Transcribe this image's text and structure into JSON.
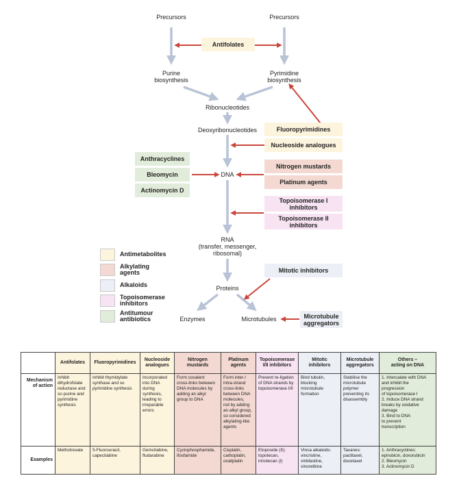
{
  "nodes": {
    "precursors_left": "Precursors",
    "precursors_right": "Precursors",
    "purine": "Purine\nbiosynthesis",
    "pyrimidine": "Pyrimidine\nbiosynthesis",
    "ribonucleotides": "Ribonucleotides",
    "deoxyribonucleotides": "Deoxyribonucleotides",
    "dna": "DNA",
    "rna": "RNA\n(transfer, messenger,\nribosomal)",
    "proteins": "Proteins",
    "enzymes": "Enzymes",
    "microtubules": "Microtubules"
  },
  "drugs": {
    "antifolates": "Antifolates",
    "fluoropyrimidines": "Fluoropyrimidines",
    "nucleoside_analogues": "Nucleoside analogues",
    "nitrogen_mustards": "Nitrogen mustards",
    "platinum_agents": "Platinum agents",
    "topo1": "Topoisomerase I\ninhibitors",
    "topo2": "Topoisomerase II\ninhibitors",
    "anthracyclines": "Anthracyclines",
    "bleomycin": "Bleomycin",
    "actinomycin": "Actinomycin D",
    "mitotic": "Mitotic inhibitors",
    "microtubule_aggregators": "Microtubule\naggregators"
  },
  "legend": [
    {
      "label": "Antimetabolites",
      "color": "#fdf4de"
    },
    {
      "label": "Alkylating\nagents",
      "color": "#f3d9d2"
    },
    {
      "label": "Alkaloids",
      "color": "#eceff5"
    },
    {
      "label": "Topoisomerase\ninhibitors",
      "color": "#f7e3f2"
    },
    {
      "label": "Antitumour\nantibiotics",
      "color": "#e2ecda"
    }
  ],
  "colors": {
    "flow_arrow": "#b9c3d6",
    "drug_arrow": "#c9463d"
  },
  "table": {
    "headers": [
      "Antifolates",
      "Fluoropyrimidines",
      "Nucleoside\nanalogues",
      "Nitrogen\nmustards",
      "Platinum\nagents",
      "Topoisomerase\nI/II inhibitors",
      "Mitotic\ninhibitors",
      "Microtubule\naggregators",
      "Others –\nacting on DNA"
    ],
    "row_labels": {
      "mechanism": "Mechanism\nof action",
      "examples": "Examples"
    },
    "mechanism": [
      "Inhibit\ndihydrofolate\nreductase and\nso purine and\npyrimidine\nsynthesis",
      "Inhibit thymidylate\nsynthase and so\npyrimidine synthesis",
      "Incorporated\ninto DNA\nduring\nsynthesis,\nleading to\nirreparable\nerrors",
      "Form covalent\ncross-links between\nDNA molecules by\nadding an alkyl\ngroup to DNA",
      "Form inter-/\nintra-strand\ncross-links\nbetween DNA\nmolecules,\nnot by adding\nan alkyl group,\nso considered\nalkylating-like\nagents",
      "Prevent re-ligation\nof DNA strands by\ntopoisomerase I/II",
      "Bind tubulin,\nblocking\nmicrotubule\nformation",
      "Stabilise the\nmicrotubule\npolymer\npreventing its\ndisassembly",
      "1. Intercalate with DNA\nand inhibit the\nprogression\nof topoisomerase I\n2. Induce DNA strand\nbreaks by oxidative\ndamage\n3. Bind to DNA\nto prevent\ntranscription"
    ],
    "examples": [
      "Methotrexate",
      "5-Fluorouracil,\ncapecitabine",
      "Gemcitabine,\nfludarabine",
      "Cyclophosphamide,\nifosfamide",
      "Cisplatin,\ncarboplatin,\noxaliplatin",
      "Etoposide (II);\ntopotecan,\nirinotecan (I)",
      "Vinca alkaloids:\nvincristine,\nvinblastine,\nvinorelbine",
      "Taxanes:\npaclitaxel,\ndocetaxel",
      "1. Anthracyclines:\nepirubicin, doxorubicin\n2. Bleomycin\n3. Actinomycin D"
    ],
    "column_colors": [
      "#fdf4de",
      "#fdf4de",
      "#fdf4de",
      "#f3d9d2",
      "#f3d9d2",
      "#f7e3f2",
      "#eceff5",
      "#eceff5",
      "#e2ecda"
    ]
  }
}
